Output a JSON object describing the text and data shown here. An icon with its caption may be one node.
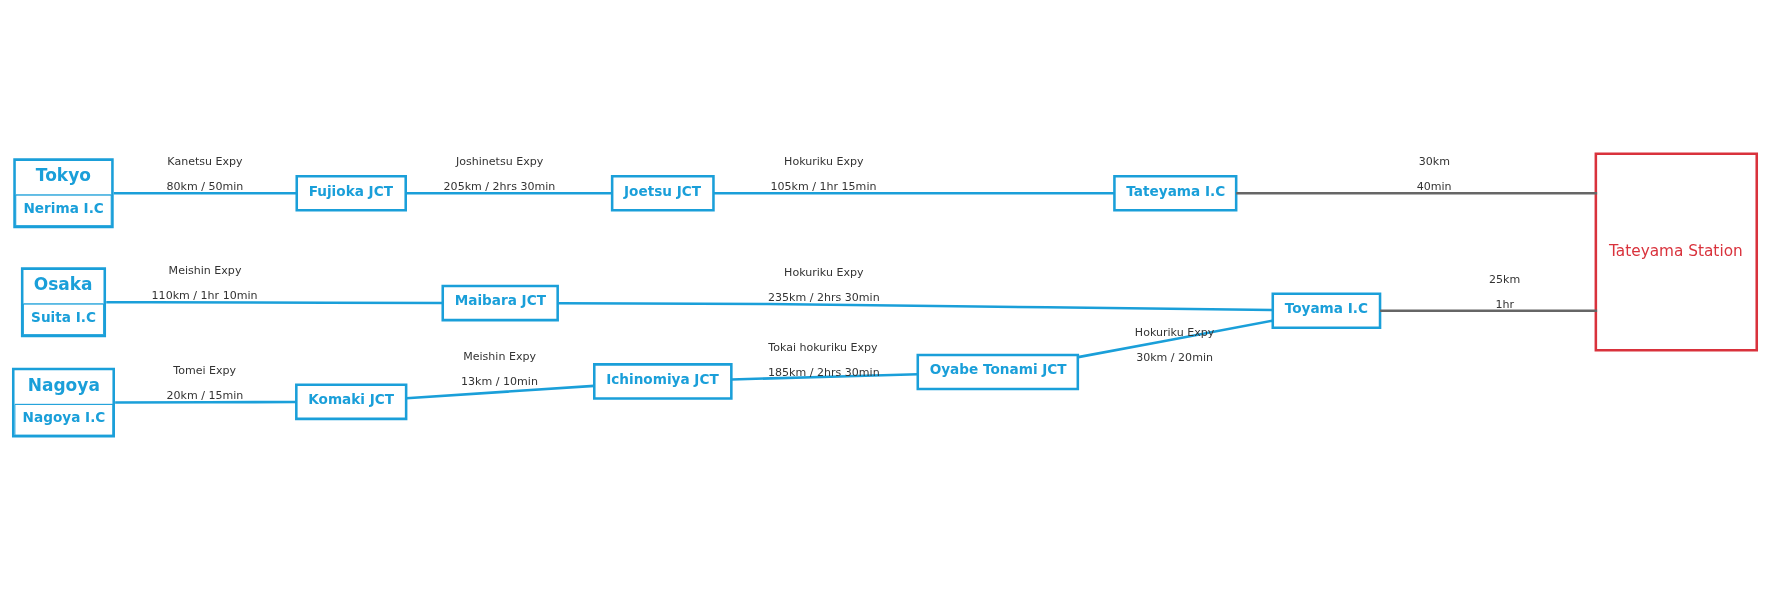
{
  "diagram": {
    "nodes": [
      {
        "text": [
          "Tokyo",
          "Nerima I.C"
        ]
      },
      {
        "text": [
          "Fujioka JCT"
        ]
      },
      {
        "text": [
          "Joetsu JCT"
        ]
      },
      {
        "text": [
          "Tateyama I.C"
        ]
      },
      {
        "text": [
          "Tateyama Station"
        ]
      },
      {
        "text": [
          "Osaka",
          "Suita I.C"
        ]
      },
      {
        "text": [
          "Maibara JCT"
        ]
      },
      {
        "text": [
          "Toyama I.C"
        ]
      },
      {
        "text": [
          "Nagoya",
          "Nagoya I.C"
        ]
      },
      {
        "text": [
          "Komaki JCT"
        ]
      },
      {
        "text": [
          "Ichinomiya JCT"
        ]
      },
      {
        "text": [
          "Oyabe Tonami JCT"
        ]
      }
    ],
    "edges": [
      {
        "from": 0,
        "to": 1,
        "arrow": "none",
        "label": "Kanetsu Expy"
      },
      {
        "from": 1,
        "to": 2,
        "arrow": "none",
        "label": "Joshinetsu Expy"
      },
      {
        "from": 2,
        "to": 3,
        "arrow": "none",
        "label": "Hokuriku Expy"
      },
      {
        "from": 3,
        "to": 4,
        "arrow": "none",
        "label": "30km",
        "color": "#666666"
      },
      {
        "from": 5,
        "to": 6,
        "arrow": "none",
        "label": "Meishin Expy"
      },
      {
        "from": 6,
        "to": 7,
        "arrow": "none",
        "label": "Hokuriku Expy"
      },
      {
        "from": 8,
        "to": 9,
        "arrow": "none",
        "label": "Tomei Expy"
      },
      {
        "from": 9,
        "to": 10,
        "arrow": "none",
        "label": "Meishin Expy"
      },
      {
        "from": 10,
        "to": 11,
        "arrow": "none",
        "label": "Tokai hokuriku Expy"
      },
      {
        "from": 11,
        "to": 7,
        "arrow": "none",
        "label": "Hokuriku Expy"
      },
      {
        "from": 7,
        "to": 4,
        "arrow": "none",
        "label": "25km",
        "color": "#666666"
      }
    ],
    "labels": [
      "80km / 50min",
      "205km / 2hrs 30min",
      "105km / 1hr 15min",
      "40min",
      "110km / 1hr 10min",
      "235km / 2hrs 30min",
      "20km / 15min",
      "13km / 10min",
      "185km / 2hrs 30min",
      "30km / 20min",
      "1hr"
    ]
  }
}
